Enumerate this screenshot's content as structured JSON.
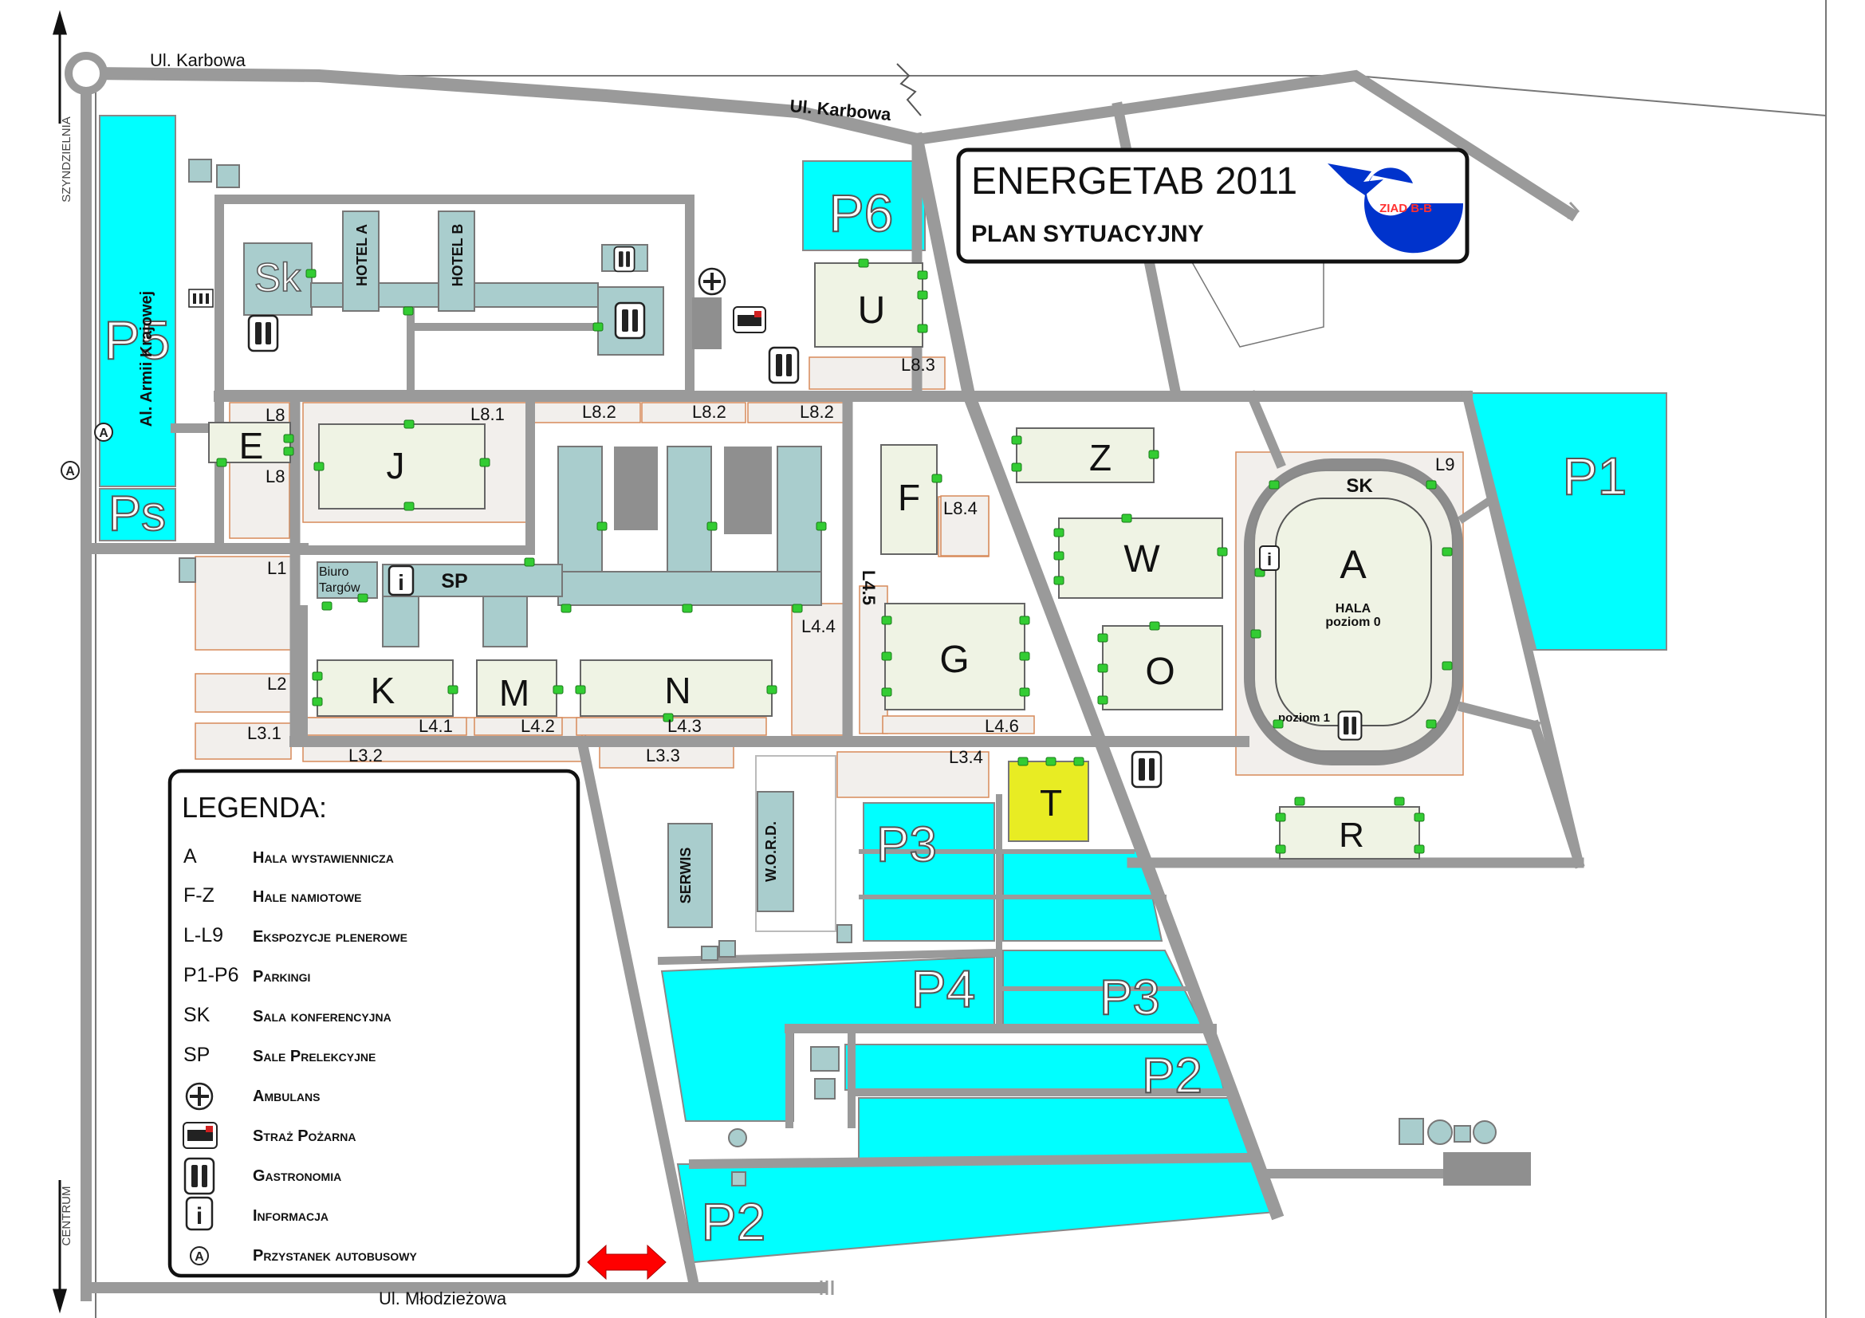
{
  "title": {
    "main": "ENERGETAB 2011",
    "sub": "PLAN SYTUACYJNY",
    "logo_text": "ZIAD B-B"
  },
  "streets": {
    "karbowa_top": "Ul. Karbowa",
    "karbowa_mid": "Ul. Karbowa",
    "armii_krajowej": "Al. Armii Krajowej",
    "mlodziezowa": "Ul. Młodzieżowa",
    "szyndzielnia": "SZYNDZIELNIA",
    "centrum": "CENTRUM"
  },
  "halls": {
    "A": "A",
    "A_sub1": "HALA",
    "A_sub2": "poziom 0",
    "A_sk": "SK",
    "A_level1": "poziom 1",
    "E": "E",
    "F": "F",
    "G": "G",
    "J": "J",
    "K": "K",
    "M": "M",
    "N": "N",
    "O": "O",
    "R": "R",
    "T": "T",
    "U": "U",
    "W": "W",
    "Z": "Z",
    "Sk": "Sk",
    "hotel_a": "HOTEL A",
    "hotel_b": "HOTEL B",
    "sp": "SP",
    "biuro_1": "Biuro",
    "biuro_2": "Targów",
    "serwis": "SERWIS",
    "word": "W.O.R.D."
  },
  "parkings": {
    "P1": "P1",
    "P2a": "P2",
    "P2b": "P2",
    "P3a": "P3",
    "P3b": "P3",
    "P4": "P4",
    "P5": "P5",
    "P6": "P6",
    "Ps": "Ps"
  },
  "expo": {
    "L1": "L1",
    "L2": "L2",
    "L3_1": "L3.1",
    "L3_2": "L3.2",
    "L3_3": "L3.3",
    "L3_4": "L3.4",
    "L4_1": "L4.1",
    "L4_2": "L4.2",
    "L4_3": "L4.3",
    "L4_4": "L4.4",
    "L4_5": "L4.5",
    "L4_6": "L4.6",
    "L8a": "L8",
    "L8b": "L8",
    "L8_1": "L8.1",
    "L8_2a": "L8.2",
    "L8_2b": "L8.2",
    "L8_2c": "L8.2",
    "L8_3": "L8.3",
    "L8_4": "L8.4",
    "L9": "L9"
  },
  "legend": {
    "title": "LEGENDA:",
    "items": [
      {
        "key": "A",
        "desc": "Hala wystawiennicza"
      },
      {
        "key": "F-Z",
        "desc": "Hale namiotowe"
      },
      {
        "key": "L-L9",
        "desc": "Ekspozycje plenerowe"
      },
      {
        "key": "P1-P6",
        "desc": "Parkingi"
      },
      {
        "key": "SK",
        "desc": "Sala konferencyjna"
      },
      {
        "key": "SP",
        "desc": "Sale Prelekcyjne"
      },
      {
        "key": "ambulance-icon",
        "desc": "Ambulans"
      },
      {
        "key": "fire-truck-icon",
        "desc": "Straż Pożarna"
      },
      {
        "key": "gastronomy-icon",
        "desc": "Gastronomia"
      },
      {
        "key": "info-icon",
        "desc": "Informacja"
      },
      {
        "key": "bus-stop-icon",
        "desc": "Przystanek autobusowy"
      }
    ]
  },
  "colors": {
    "parking": "#00ffff",
    "road": "#9a9a9a",
    "hall_T": "#e8ec23",
    "entrance_arrow": "#ff0000",
    "logo": "#0033cc"
  }
}
